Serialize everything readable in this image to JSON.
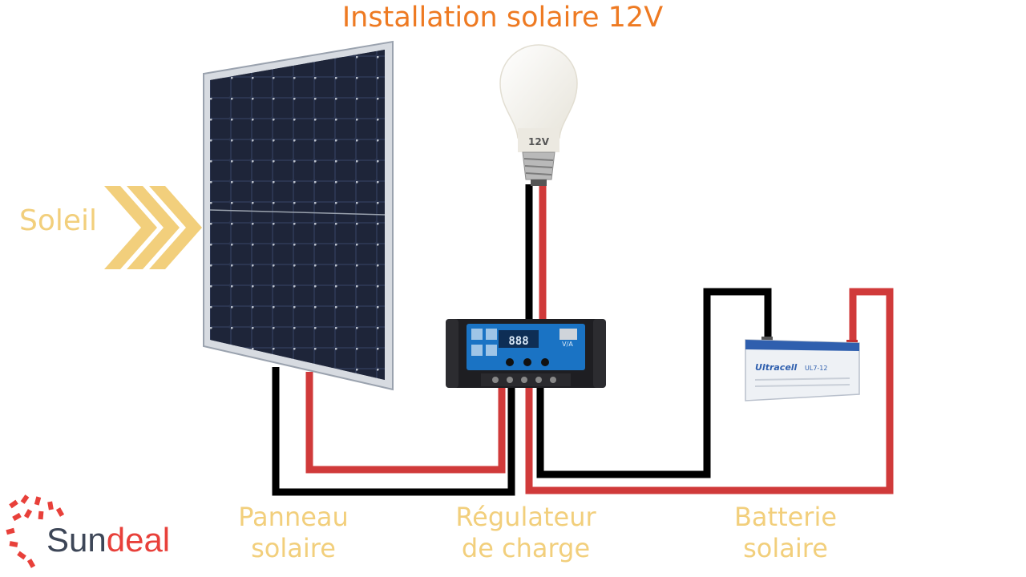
{
  "title": "Installation solaire 12V",
  "sun_label": "Soleil",
  "bulb": {
    "voltage": "12V"
  },
  "components": {
    "panel": {
      "label_line1": "Panneau",
      "label_line2": "solaire"
    },
    "controller": {
      "label_line1": "Régulateur",
      "label_line2": "de charge",
      "display": "888",
      "unit": "V/A"
    },
    "battery": {
      "label_line1": "Batterie",
      "label_line2": "solaire",
      "brand": "Ultracell",
      "model": "UL7-12"
    }
  },
  "logo": {
    "part1": "Sun",
    "part2": "deal"
  },
  "colors": {
    "title": "#ee7a22",
    "labels": "#f2cf7c",
    "wire_positive": "#d03a3a",
    "wire_negative": "#000000",
    "panel": "#1c2336",
    "controller": "#1a73c4",
    "logo_dark": "#3d4657",
    "logo_red": "#e8403a"
  },
  "icons": [
    "sun-arrow-icon",
    "lightbulb-icon",
    "sundeal-logo-icon"
  ]
}
